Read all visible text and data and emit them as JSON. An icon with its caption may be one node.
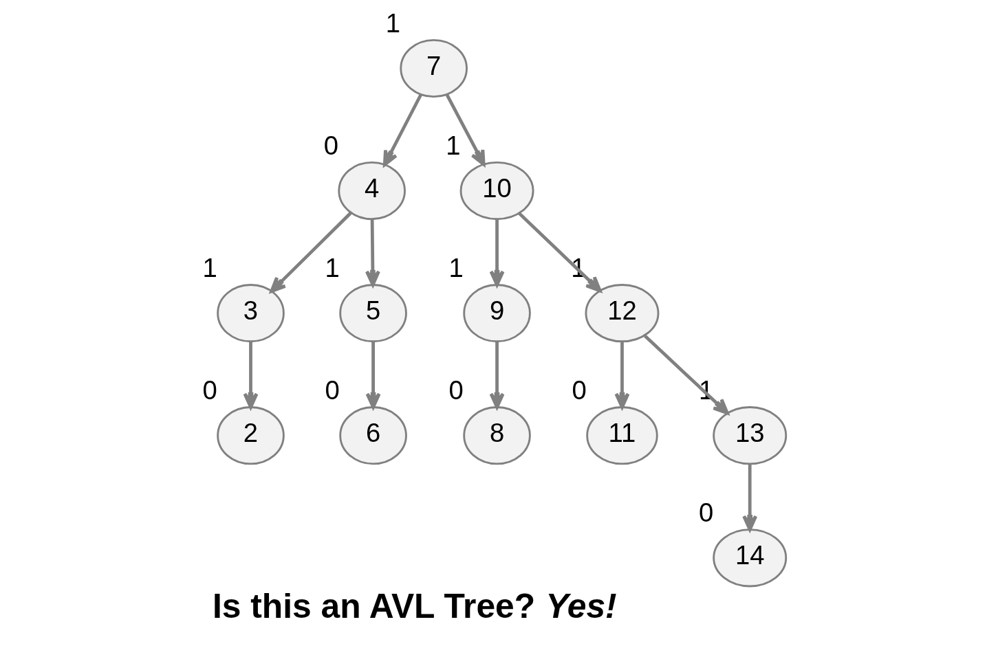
{
  "diagram": {
    "caption": "Is this an AVL Tree? *Yes!*",
    "nodes": [
      {
        "text": [
          "7"
        ],
        "beside": [
          "1"
        ]
      },
      {
        "text": [
          "4"
        ],
        "beside": [
          "0"
        ]
      },
      {
        "text": [
          "10"
        ],
        "beside": [
          "1"
        ]
      },
      {
        "text": [
          "3"
        ],
        "beside": [
          "1"
        ]
      },
      {
        "text": [
          "5"
        ],
        "beside": [
          "1"
        ]
      },
      {
        "text": [
          "9"
        ],
        "beside": [
          "1"
        ]
      },
      {
        "text": [
          "12"
        ],
        "beside": [
          "1"
        ]
      },
      {
        "text": [
          "2"
        ],
        "beside": [
          "0"
        ]
      },
      {
        "text": [
          "6"
        ],
        "beside": [
          "0"
        ]
      },
      {
        "text": [
          "8"
        ],
        "beside": [
          "0"
        ]
      },
      {
        "text": [
          "11"
        ],
        "beside": [
          "0"
        ]
      },
      {
        "text": [
          "13"
        ],
        "beside": [
          "1"
        ]
      },
      {
        "text": [
          "14"
        ],
        "beside": [
          "0"
        ]
      }
    ],
    "edges": [
      {
        "from": 0,
        "to": 1,
        "arrow": "to"
      },
      {
        "from": 0,
        "to": 2,
        "arrow": "to"
      },
      {
        "from": 1,
        "to": 3,
        "arrow": "to"
      },
      {
        "from": 1,
        "to": 4,
        "arrow": "to"
      },
      {
        "from": 2,
        "to": 5,
        "arrow": "to"
      },
      {
        "from": 2,
        "to": 6,
        "arrow": "to"
      },
      {
        "from": 3,
        "to": 7,
        "arrow": "to"
      },
      {
        "from": 4,
        "to": 8,
        "arrow": "to"
      },
      {
        "from": 5,
        "to": 9,
        "arrow": "to"
      },
      {
        "from": 6,
        "to": 10,
        "arrow": "to"
      },
      {
        "from": 6,
        "to": 11,
        "arrow": "to"
      },
      {
        "from": 11,
        "to": 12,
        "arrow": "to"
      }
    ]
  }
}
